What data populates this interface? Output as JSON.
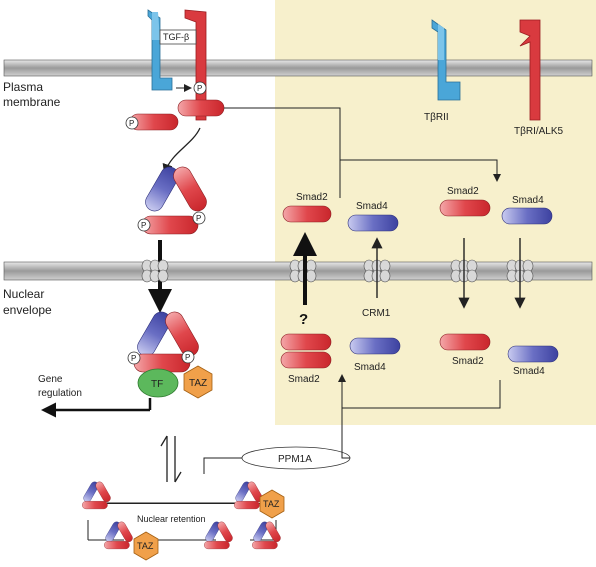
{
  "labels": {
    "plasma_membrane_1": "Plasma",
    "plasma_membrane_2": "membrane",
    "nuclear_envelope_1": "Nuclear",
    "nuclear_envelope_2": "envelope",
    "tgf_beta": "TGF-β",
    "tbrii": "TβRII",
    "tbri_alk5": "TβRI/ALK5",
    "smad2_cyto": "Smad2",
    "smad4_cyto": "Smad4",
    "smad2_cyto_right": "Smad2",
    "smad4_cyto_right": "Smad4",
    "crm1": "CRM1",
    "question": "?",
    "smad2_nuc": "Smad2",
    "smad4_nuc": "Smad4",
    "smad2_nuc_right": "Smad2",
    "smad4_nuc_right": "Smad4",
    "gene_1": "Gene",
    "gene_2": "regulation",
    "tf": "TF",
    "taz": "TAZ",
    "ppm1a": "PPM1A",
    "nuclear_retention": "Nuclear retention",
    "phospho": "P"
  },
  "colors": {
    "smad2": "#e0474c",
    "smad4": "#6a6fc4",
    "receptor_tbrii": "#4aa6d8",
    "receptor_tbri": "#d93a3f",
    "taz": "#f0a04a",
    "tf": "#5cb85c",
    "shaded_region": "#f7f0cc"
  }
}
